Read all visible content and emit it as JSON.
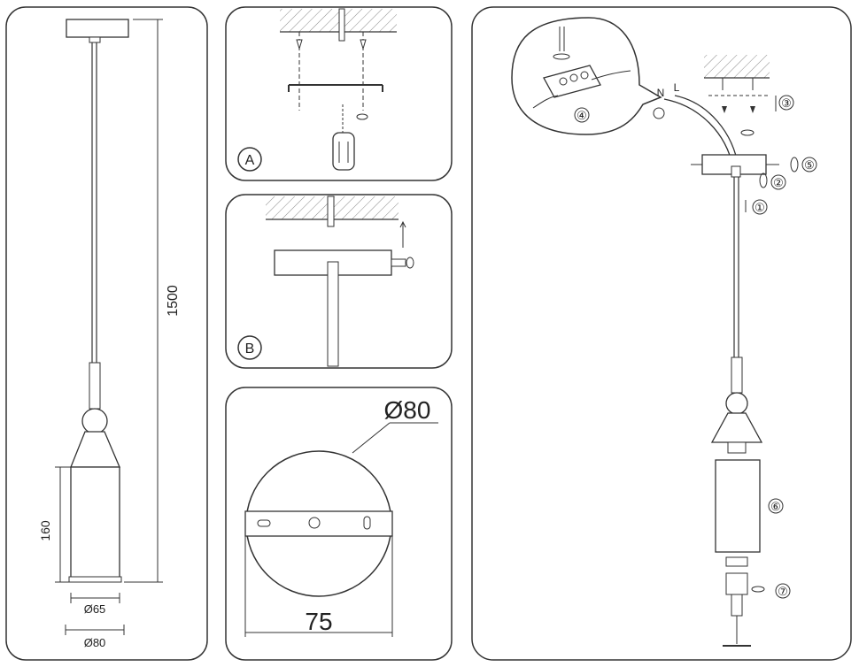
{
  "panels": {
    "overview": {
      "dims": {
        "height_total": "1500",
        "height_shade": "160",
        "dia_inner": "Ø65",
        "dia_outer": "Ø80"
      }
    },
    "step_a": {
      "label": "A"
    },
    "step_b": {
      "label": "B"
    },
    "canopy_detail": {
      "diameter": "Ø80",
      "bracket_width": "75"
    },
    "installation": {
      "wire_n": "N",
      "wire_l": "L",
      "steps": [
        "①",
        "②",
        "③",
        "④",
        "⑤",
        "⑥",
        "⑦"
      ]
    }
  }
}
